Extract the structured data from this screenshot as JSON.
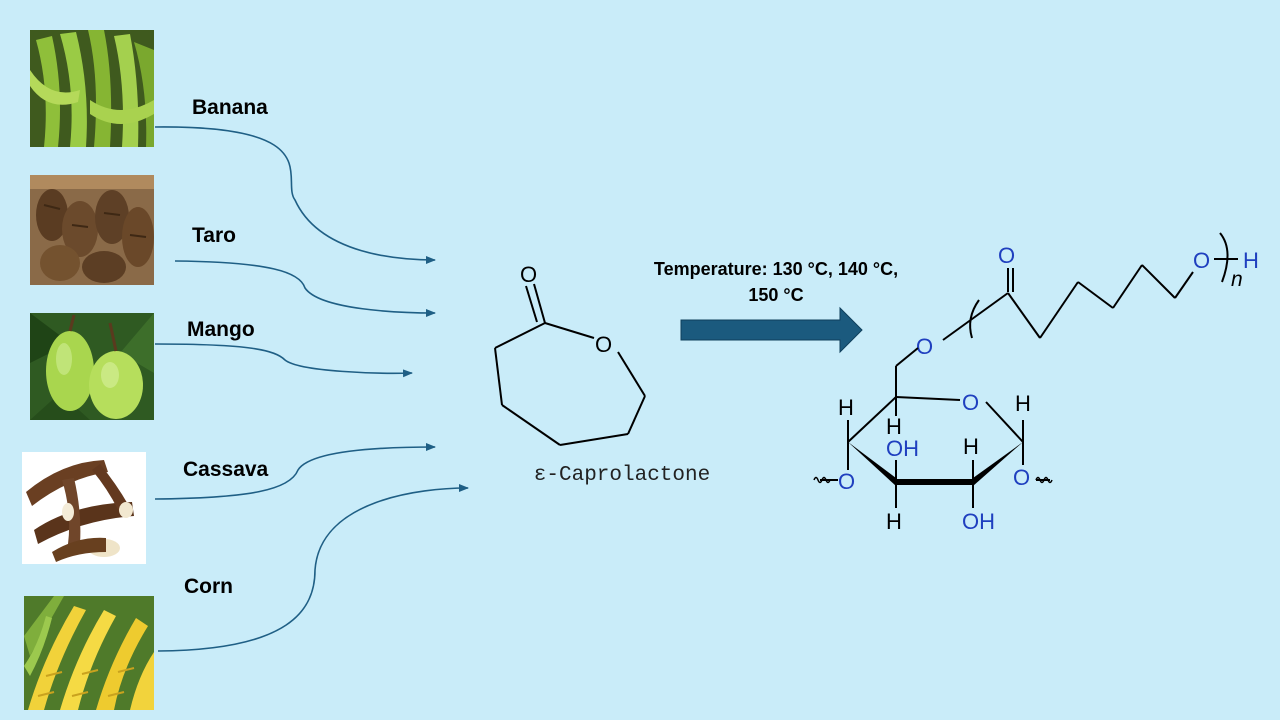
{
  "sources": [
    {
      "label": "Banana",
      "image": "banana-photo"
    },
    {
      "label": "Taro",
      "image": "taro-photo"
    },
    {
      "label": "Mango",
      "image": "mango-photo"
    },
    {
      "label": "Cassava",
      "image": "cassava-photo"
    },
    {
      "label": "Corn",
      "image": "corn-photo"
    }
  ],
  "reaction": {
    "conditions_line1": "Temperature: 130 °C, 140 °C,",
    "conditions_line2": "150 °C",
    "reactant_name": "ε-Caprolactone"
  },
  "atoms": {
    "O": "O",
    "H": "H",
    "OH": "OH",
    "n": "n"
  },
  "colors": {
    "background": "#c9ecf9",
    "arrow": "#1b5a7e",
    "connector": "#1f5f85",
    "heteroatom": "#1f3fbf"
  }
}
